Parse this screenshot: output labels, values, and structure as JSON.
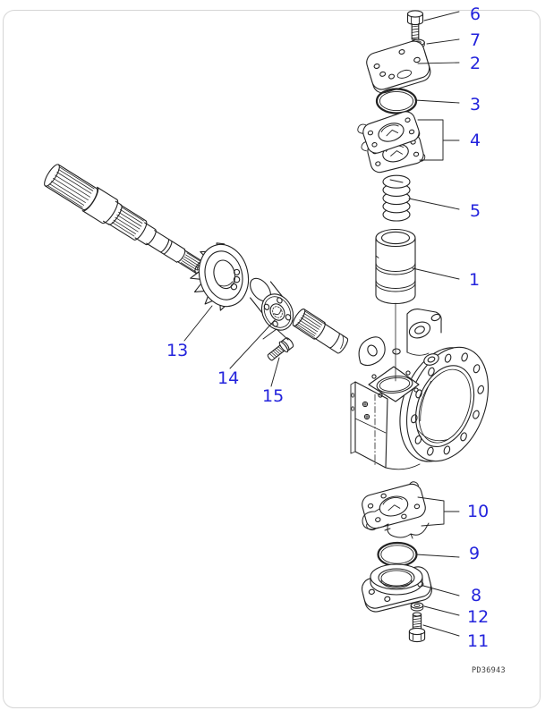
{
  "window": {
    "background": "#ffffff",
    "border_color": "#d6d6d6"
  },
  "figure": {
    "drawing_code": "PD36943",
    "callout_color": "#2323dc",
    "line_color": "#222222",
    "callouts": [
      {
        "label": "6"
      },
      {
        "label": "7"
      },
      {
        "label": "2"
      },
      {
        "label": "3"
      },
      {
        "label": "4"
      },
      {
        "label": "5"
      },
      {
        "label": "1"
      },
      {
        "label": "13"
      },
      {
        "label": "14"
      },
      {
        "label": "15"
      },
      {
        "label": "10"
      },
      {
        "label": "9"
      },
      {
        "label": "8"
      },
      {
        "label": "12"
      },
      {
        "label": "11"
      }
    ]
  }
}
